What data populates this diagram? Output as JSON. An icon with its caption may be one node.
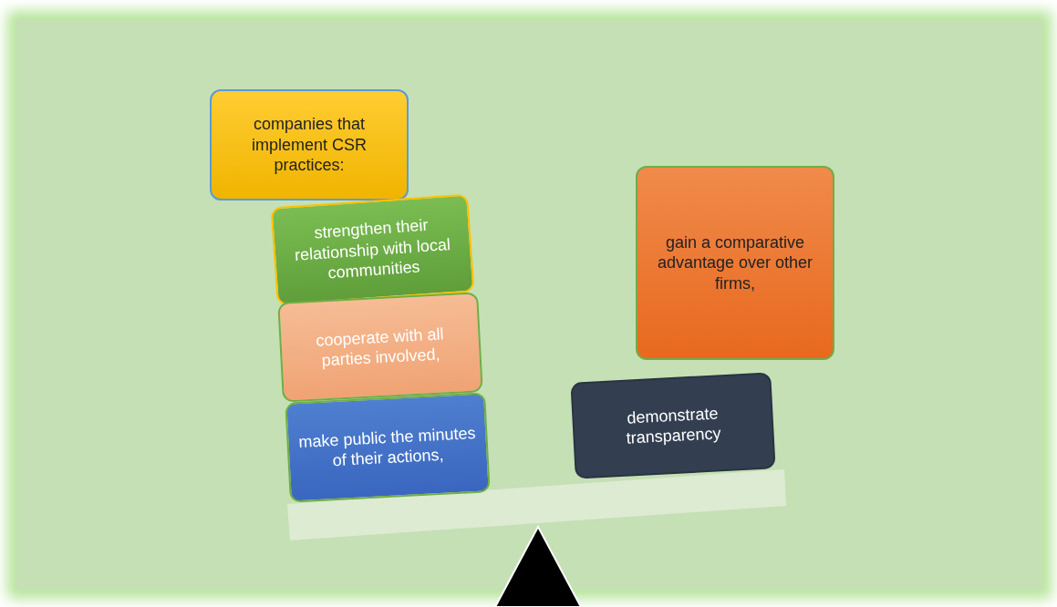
{
  "diagram": {
    "nodes": [
      {
        "text": [
          "companies that implement CSR practices:"
        ]
      },
      {
        "text": [
          "strengthen their relationship with local communities"
        ]
      },
      {
        "text": [
          "cooperate with all parties involved,"
        ]
      },
      {
        "text": [
          "make public the minutes of their actions,"
        ]
      },
      {
        "text": [
          "gain a comparative advantage over other firms,"
        ]
      },
      {
        "text": [
          "demonstrate transparency"
        ]
      }
    ]
  }
}
